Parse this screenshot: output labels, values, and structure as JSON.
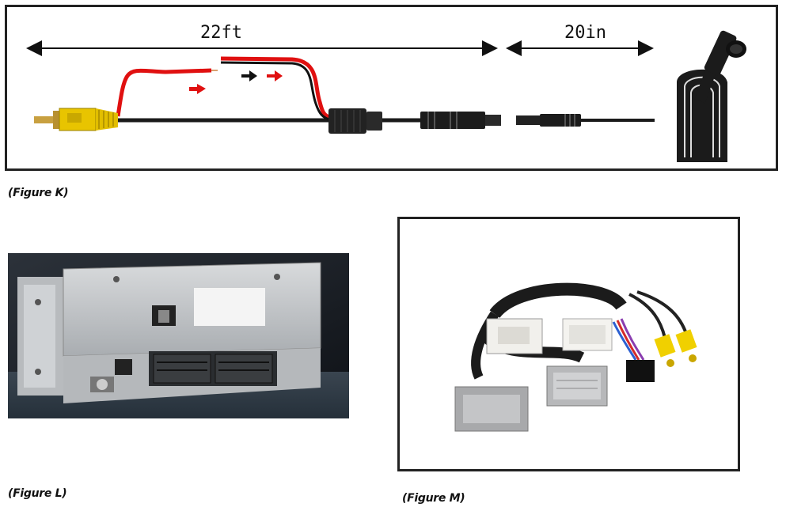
{
  "figure_k": {
    "caption": "(Figure K)",
    "length_main": "22ft",
    "length_short": "20in"
  },
  "figure_l": {
    "caption": "(Figure L)"
  },
  "figure_m": {
    "caption": "(Figure M)"
  },
  "colors": {
    "red_wire": "#e01010",
    "rca_yellow": "#e8c400",
    "cable": "#1a1a1a",
    "frame": "#222222"
  }
}
